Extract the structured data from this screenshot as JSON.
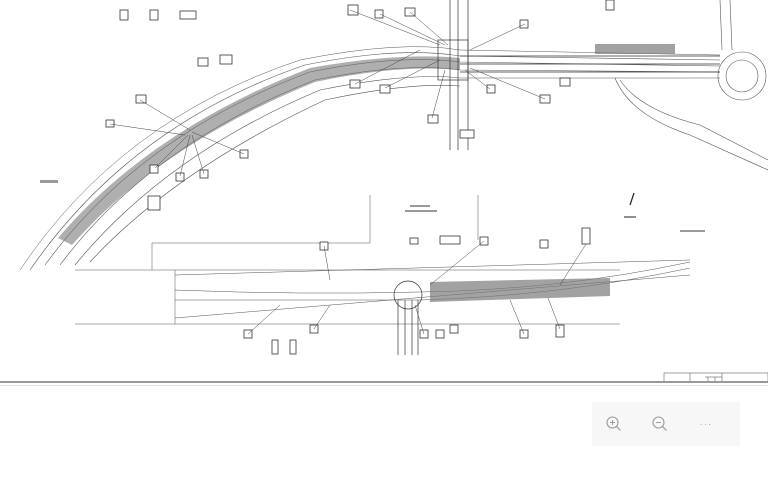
{
  "document": {
    "type": "engineering-drawing",
    "description": "Traffic signal / roadway plan sheet",
    "title_block_present": true
  },
  "toolbar": {
    "zoom_in_label": "Zoom in",
    "zoom_out_label": "Zoom out",
    "more_label": "···",
    "icons": [
      "zoom-in-icon",
      "zoom-out-icon",
      "more-icon"
    ]
  },
  "colors": {
    "page_bg": "#ffffff",
    "line": "#3a3a3a",
    "road_fill": "#7a7a7a",
    "toolbar_bg": "#f7f7f7",
    "icon": "#9b9b9b"
  }
}
